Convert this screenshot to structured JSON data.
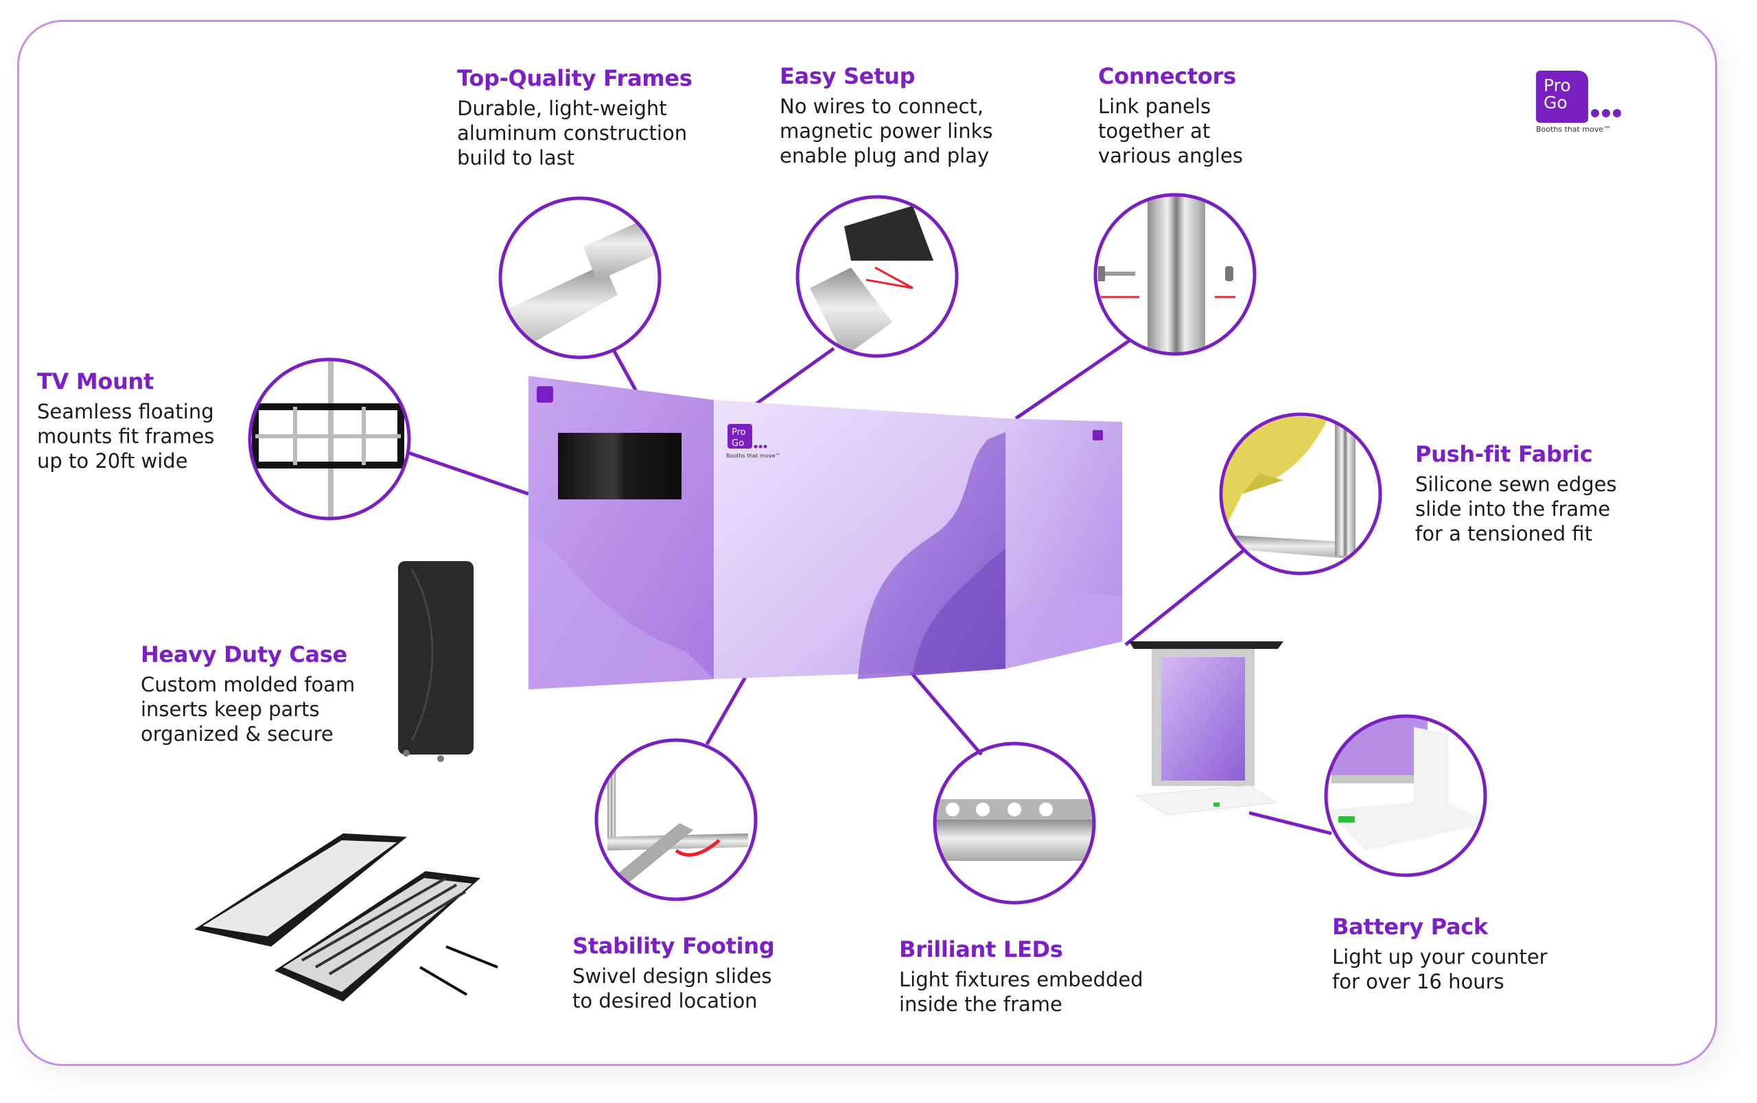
{
  "brand": {
    "logo_line1": "Pro",
    "logo_line2": "Go",
    "tagline": "Booths that move™",
    "accent_color": "#7c1fc6",
    "border_color": "#c98ee8"
  },
  "features": [
    {
      "id": "top-quality-frames",
      "title": "Top-Quality Frames",
      "lines": [
        "Durable, light-weight",
        "aluminum construction",
        "build to last"
      ]
    },
    {
      "id": "easy-setup",
      "title": "Easy Setup",
      "lines": [
        "No wires to connect,",
        "magnetic power links",
        "enable plug and play"
      ]
    },
    {
      "id": "connectors",
      "title": "Connectors",
      "lines": [
        "Link panels",
        "together at",
        "various angles"
      ]
    },
    {
      "id": "tv-mount",
      "title": "TV Mount",
      "lines": [
        "Seamless floating",
        "mounts fit frames",
        "up to 20ft wide"
      ]
    },
    {
      "id": "push-fit-fabric",
      "title": "Push-fit Fabric",
      "lines": [
        "Silicone sewn edges",
        "slide into the frame",
        "for a tensioned fit"
      ]
    },
    {
      "id": "heavy-duty-case",
      "title": "Heavy Duty Case",
      "lines": [
        "Custom molded foam",
        "inserts keep parts",
        "organized & secure"
      ]
    },
    {
      "id": "stability-footing",
      "title": "Stability Footing",
      "lines": [
        "Swivel design slides",
        "to desired location"
      ]
    },
    {
      "id": "brilliant-leds",
      "title": "Brilliant LEDs",
      "lines": [
        "Light fixtures embedded",
        "inside the frame"
      ]
    },
    {
      "id": "battery-pack",
      "title": "Battery Pack",
      "lines": [
        "Light up your counter",
        "for over 16 hours"
      ]
    }
  ],
  "booth": {
    "panel_logo_line1": "Pro",
    "panel_logo_line2": "Go",
    "panel_tagline": "Booths that move™"
  }
}
